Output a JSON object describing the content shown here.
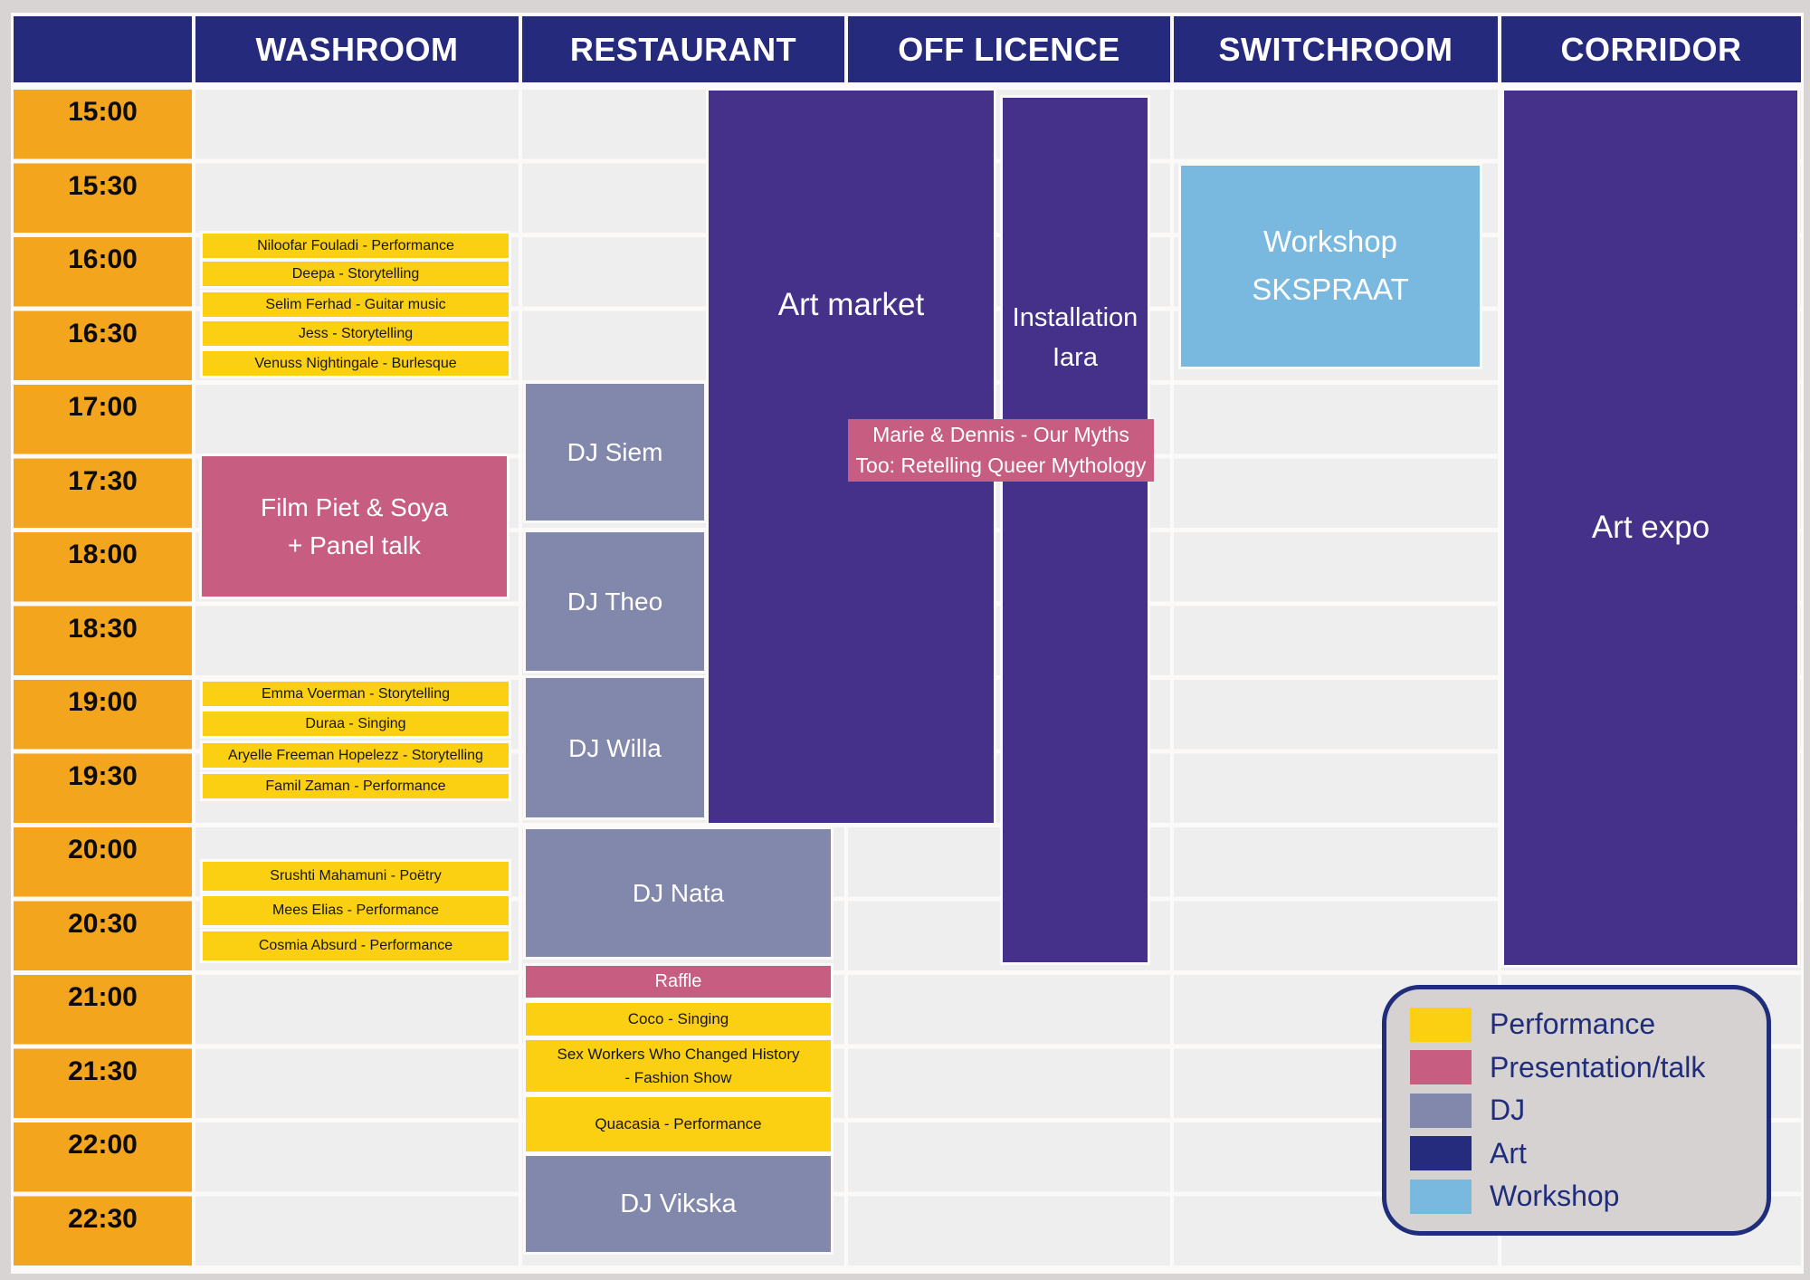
{
  "columns": [
    "",
    "WASHROOM",
    "RESTAURANT",
    "OFF LICENCE",
    "SWITCHROOM",
    "CORRIDOR"
  ],
  "times": [
    "15:00",
    "15:30",
    "16:00",
    "16:30",
    "17:00",
    "17:30",
    "18:00",
    "18:30",
    "19:00",
    "19:30",
    "20:00",
    "20:30",
    "21:00",
    "21:30",
    "22:00",
    "22:30"
  ],
  "events": {
    "washroom_block1": [
      "Niloofar Fouladi - Performance",
      "Deepa - Storytelling",
      "Selim Ferhad - Guitar music",
      "Jess - Storytelling",
      "Venuss Nightingale - Burlesque"
    ],
    "film_panel": {
      "line1": "Film Piet & Soya",
      "line2": "+ Panel talk"
    },
    "washroom_block2": [
      "Emma Voerman - Storytelling",
      "Duraa - Singing",
      "Aryelle Freeman Hopelezz - Storytelling",
      "Famil Zaman - Performance"
    ],
    "washroom_block3": [
      "Srushti Mahamuni - Poëtry",
      "Mees Elias - Performance",
      "Cosmia Absurd - Performance"
    ],
    "dj_siem": "DJ Siem",
    "dj_theo": "DJ Theo",
    "dj_willa": "DJ Willa",
    "dj_nata": "DJ Nata",
    "raffle": "Raffle",
    "coco": "Coco - Singing",
    "fashion_show": {
      "line1": "Sex Workers Who Changed History",
      "line2": "- Fashion Show"
    },
    "quacasia": "Quacasia - Performance",
    "dj_vikska": "DJ Vikska",
    "art_market": "Art market",
    "installation_iara": {
      "line1": "Installation",
      "line2": "Iara"
    },
    "marie_dennis": {
      "line1": "Marie & Dennis - Our Myths",
      "line2": "Too: Retelling Queer Mythology"
    },
    "workshop_skspraat": {
      "line1": "Workshop",
      "line2": "SKSPRAAT"
    },
    "art_expo": "Art expo"
  },
  "legend": {
    "items": [
      {
        "label": "Performance",
        "color": "#fcd012"
      },
      {
        "label": "Presentation/talk",
        "color": "#c75d80"
      },
      {
        "label": "DJ",
        "color": "#8287ac"
      },
      {
        "label": "Art",
        "color": "#252c7d"
      },
      {
        "label": "Workshop",
        "color": "#79b9df"
      }
    ]
  },
  "colors": {
    "header_navy": "#262a7c",
    "time_cell_orange": "#f2a51d",
    "cell_grey": "#efeeee",
    "grid_line_white": "#fbfaf9",
    "page_background": "#d8d4d4",
    "art_block_purple": "#45308a",
    "legend_text_navy": "#1f2d7b"
  }
}
